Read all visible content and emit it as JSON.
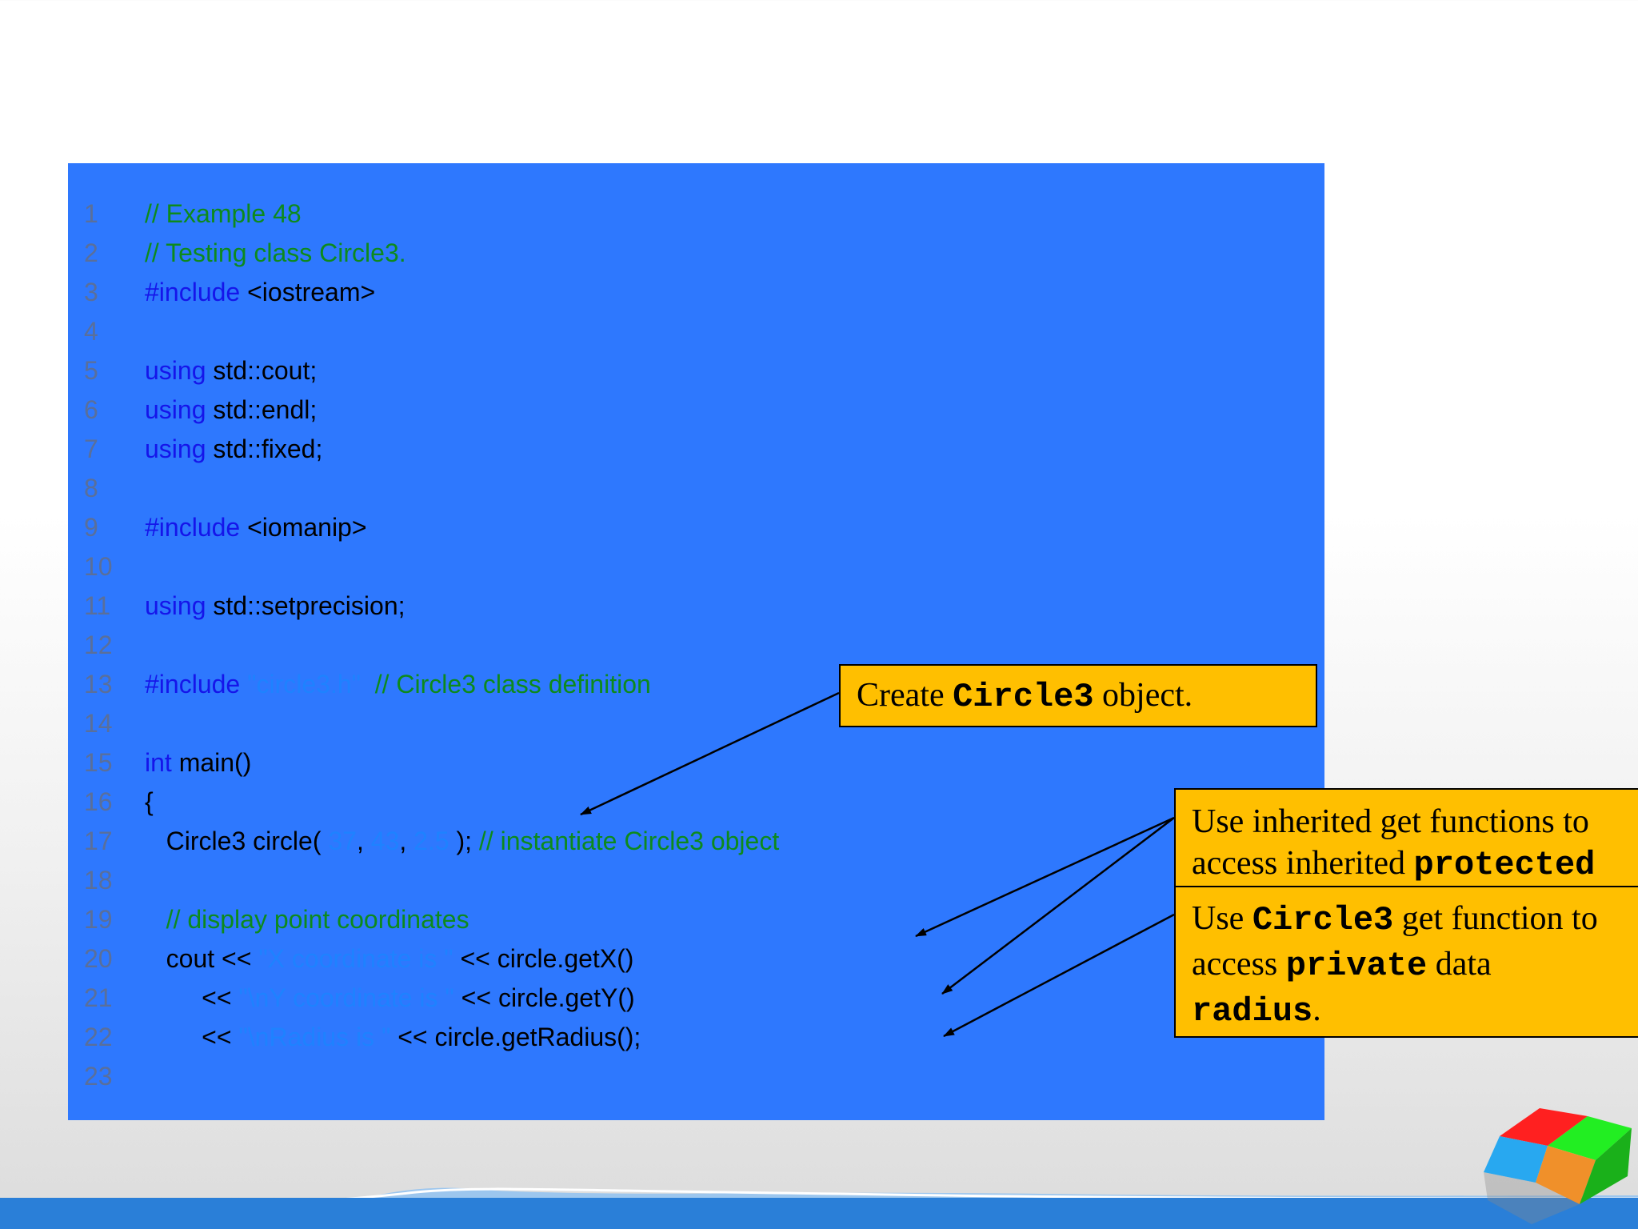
{
  "code": {
    "lines": [
      {
        "num": "1",
        "tokens": [
          {
            "type": "comment",
            "text": "// Example 48"
          }
        ]
      },
      {
        "num": "2",
        "tokens": [
          {
            "type": "comment",
            "text": "// Testing class Circle3."
          }
        ]
      },
      {
        "num": "3",
        "tokens": [
          {
            "type": "keyword",
            "text": "#include"
          },
          {
            "type": "plain",
            "text": " <iostream>"
          }
        ]
      },
      {
        "num": "4",
        "tokens": []
      },
      {
        "num": "5",
        "tokens": [
          {
            "type": "keyword",
            "text": "using"
          },
          {
            "type": "plain",
            "text": " std::cout;"
          }
        ]
      },
      {
        "num": "6",
        "tokens": [
          {
            "type": "keyword",
            "text": "using"
          },
          {
            "type": "plain",
            "text": " std::endl;"
          }
        ]
      },
      {
        "num": "7",
        "tokens": [
          {
            "type": "keyword",
            "text": "using"
          },
          {
            "type": "plain",
            "text": " std::fixed;"
          }
        ]
      },
      {
        "num": "8",
        "tokens": []
      },
      {
        "num": "9",
        "tokens": [
          {
            "type": "keyword",
            "text": "#include"
          },
          {
            "type": "plain",
            "text": " <iomanip>"
          }
        ]
      },
      {
        "num": "10",
        "tokens": []
      },
      {
        "num": "11",
        "tokens": [
          {
            "type": "keyword",
            "text": "using"
          },
          {
            "type": "plain",
            "text": " std::setprecision;"
          }
        ]
      },
      {
        "num": "12",
        "tokens": []
      },
      {
        "num": "13",
        "tokens": [
          {
            "type": "keyword",
            "text": "#include"
          },
          {
            "type": "string",
            "text": " \"circle3.h\" "
          },
          {
            "type": "comment",
            "text": " // Circle3 class definition"
          }
        ]
      },
      {
        "num": "14",
        "tokens": []
      },
      {
        "num": "15",
        "tokens": [
          {
            "type": "keyword",
            "text": "int"
          },
          {
            "type": "plain",
            "text": " main()"
          }
        ]
      },
      {
        "num": "16",
        "tokens": [
          {
            "type": "plain",
            "text": "{"
          }
        ]
      },
      {
        "num": "17",
        "tokens": [
          {
            "type": "plain",
            "text": "   Circle3 circle( "
          },
          {
            "type": "string",
            "text": "37"
          },
          {
            "type": "plain",
            "text": ", "
          },
          {
            "type": "string",
            "text": "43"
          },
          {
            "type": "plain",
            "text": ", "
          },
          {
            "type": "string",
            "text": "2.5"
          },
          {
            "type": "plain",
            "text": " ); "
          },
          {
            "type": "comment",
            "text": "// instantiate Circle3 object"
          }
        ]
      },
      {
        "num": "18",
        "tokens": []
      },
      {
        "num": "19",
        "tokens": [
          {
            "type": "comment",
            "text": "   // display point coordinates"
          }
        ]
      },
      {
        "num": "20",
        "tokens": [
          {
            "type": "plain",
            "text": "   cout << "
          },
          {
            "type": "string",
            "text": "\"X coordinate is \""
          },
          {
            "type": "plain",
            "text": " << circle.getX()"
          }
        ]
      },
      {
        "num": "21",
        "tokens": [
          {
            "type": "plain",
            "text": "        << "
          },
          {
            "type": "string",
            "text": "\"\\nY coordinate is \""
          },
          {
            "type": "plain",
            "text": " << circle.getY()"
          }
        ]
      },
      {
        "num": "22",
        "tokens": [
          {
            "type": "plain",
            "text": "        << "
          },
          {
            "type": "string",
            "text": "\"\\nRadius is \""
          },
          {
            "type": "plain",
            "text": " << circle.getRadius();"
          }
        ]
      },
      {
        "num": "23",
        "tokens": []
      }
    ]
  },
  "callouts": {
    "create": {
      "pre": "Create ",
      "code": "Circle3",
      "post": " object."
    },
    "inherited": {
      "line1": "Use inherited get functions to",
      "line2_pre": "access inherited ",
      "line2_code": "protected"
    },
    "circle3": {
      "line1_pre": "Use ",
      "line1_code": "Circle3",
      "line1_post": " get function to",
      "line2_pre": "access ",
      "line2_code": "private",
      "line2_post": " data",
      "line3_code": "radius",
      "line3_post": "."
    }
  },
  "colors": {
    "panel": "#2e78fe",
    "callout": "#ffbf00",
    "comment": "#0d8a1c",
    "keyword": "#1515ea",
    "string": "#1e82ff"
  },
  "icons": {
    "logo": "cube-logo-icon"
  }
}
